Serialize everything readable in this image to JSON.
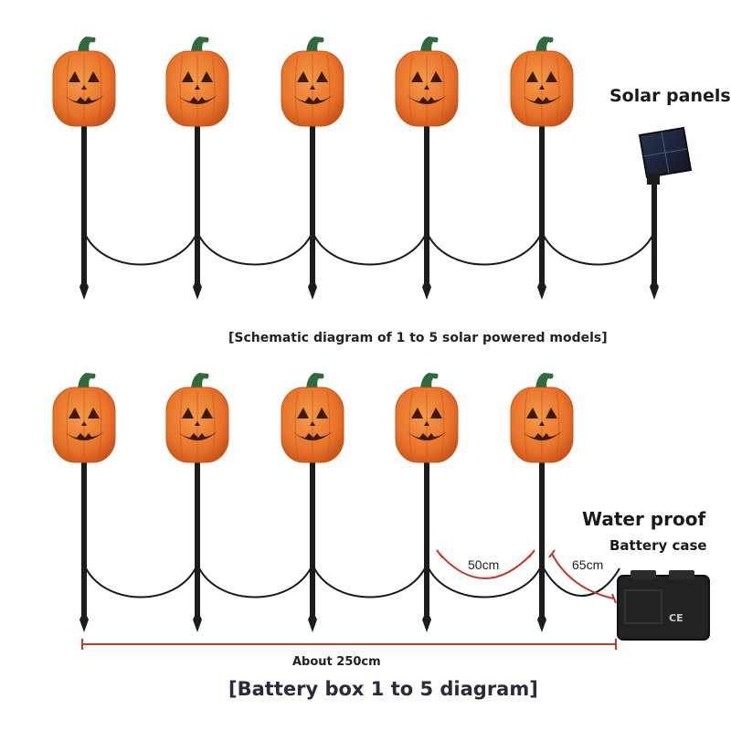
{
  "labels": {
    "solar_panels": "Solar panels",
    "caption_solar": "[Schematic diagram of 1 to 5 solar powered models]",
    "water_proof": "Water proof",
    "battery_case": "Battery case",
    "spacing_50": "50cm",
    "spacing_65": "65cm",
    "total_length": "About 250cm",
    "caption_battery": "[Battery box 1 to 5 diagram]"
  },
  "battery_box": {
    "printed_text": "CE"
  },
  "colors": {
    "pumpkin": "#e8722a",
    "pumpkin_dark": "#c9541a",
    "stem": "#2f6b3c",
    "stake": "#1c1c1c",
    "wire": "#1a1a1a",
    "measure": "#c0392b",
    "panel": "#1b2233"
  },
  "diagrams": [
    {
      "id": "solar",
      "lights": 5,
      "power_source": "solar-panel"
    },
    {
      "id": "battery",
      "lights": 5,
      "power_source": "battery-box"
    }
  ]
}
